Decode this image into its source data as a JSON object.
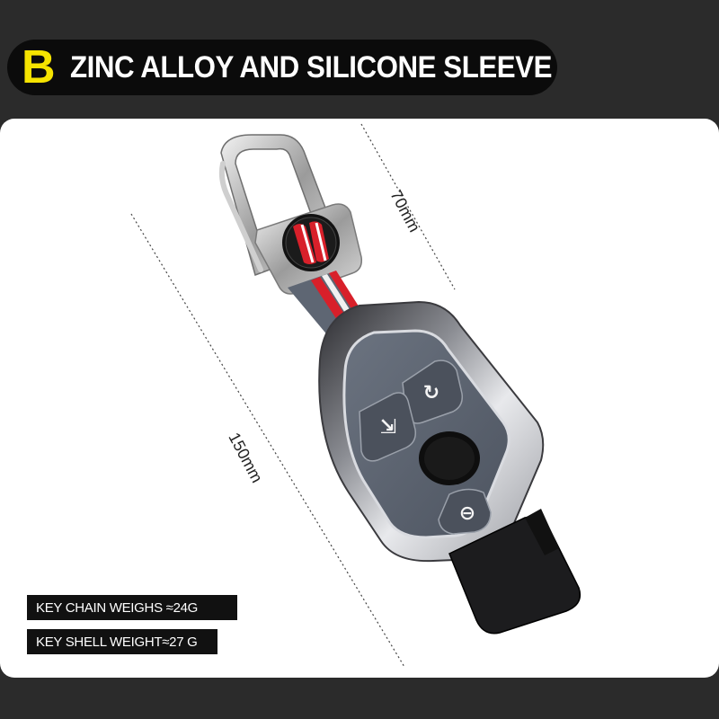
{
  "header": {
    "badge": "B",
    "title": "ZINC ALLOY AND SILICONE SLEEVE"
  },
  "dimensions": {
    "width": "70mm",
    "length": "150mm"
  },
  "specs": {
    "chain_weight": "KEY CHAIN WEIGHS ≈24G",
    "shell_weight": "KEY SHELL WEIGHT≈27 G"
  },
  "colors": {
    "badge": "#f5e300",
    "header_bg": "#0b0b0b",
    "background": "#2b2b2b",
    "panel": "#ffffff",
    "silicone": "#5e6673",
    "stripe_red": "#d8202a"
  }
}
